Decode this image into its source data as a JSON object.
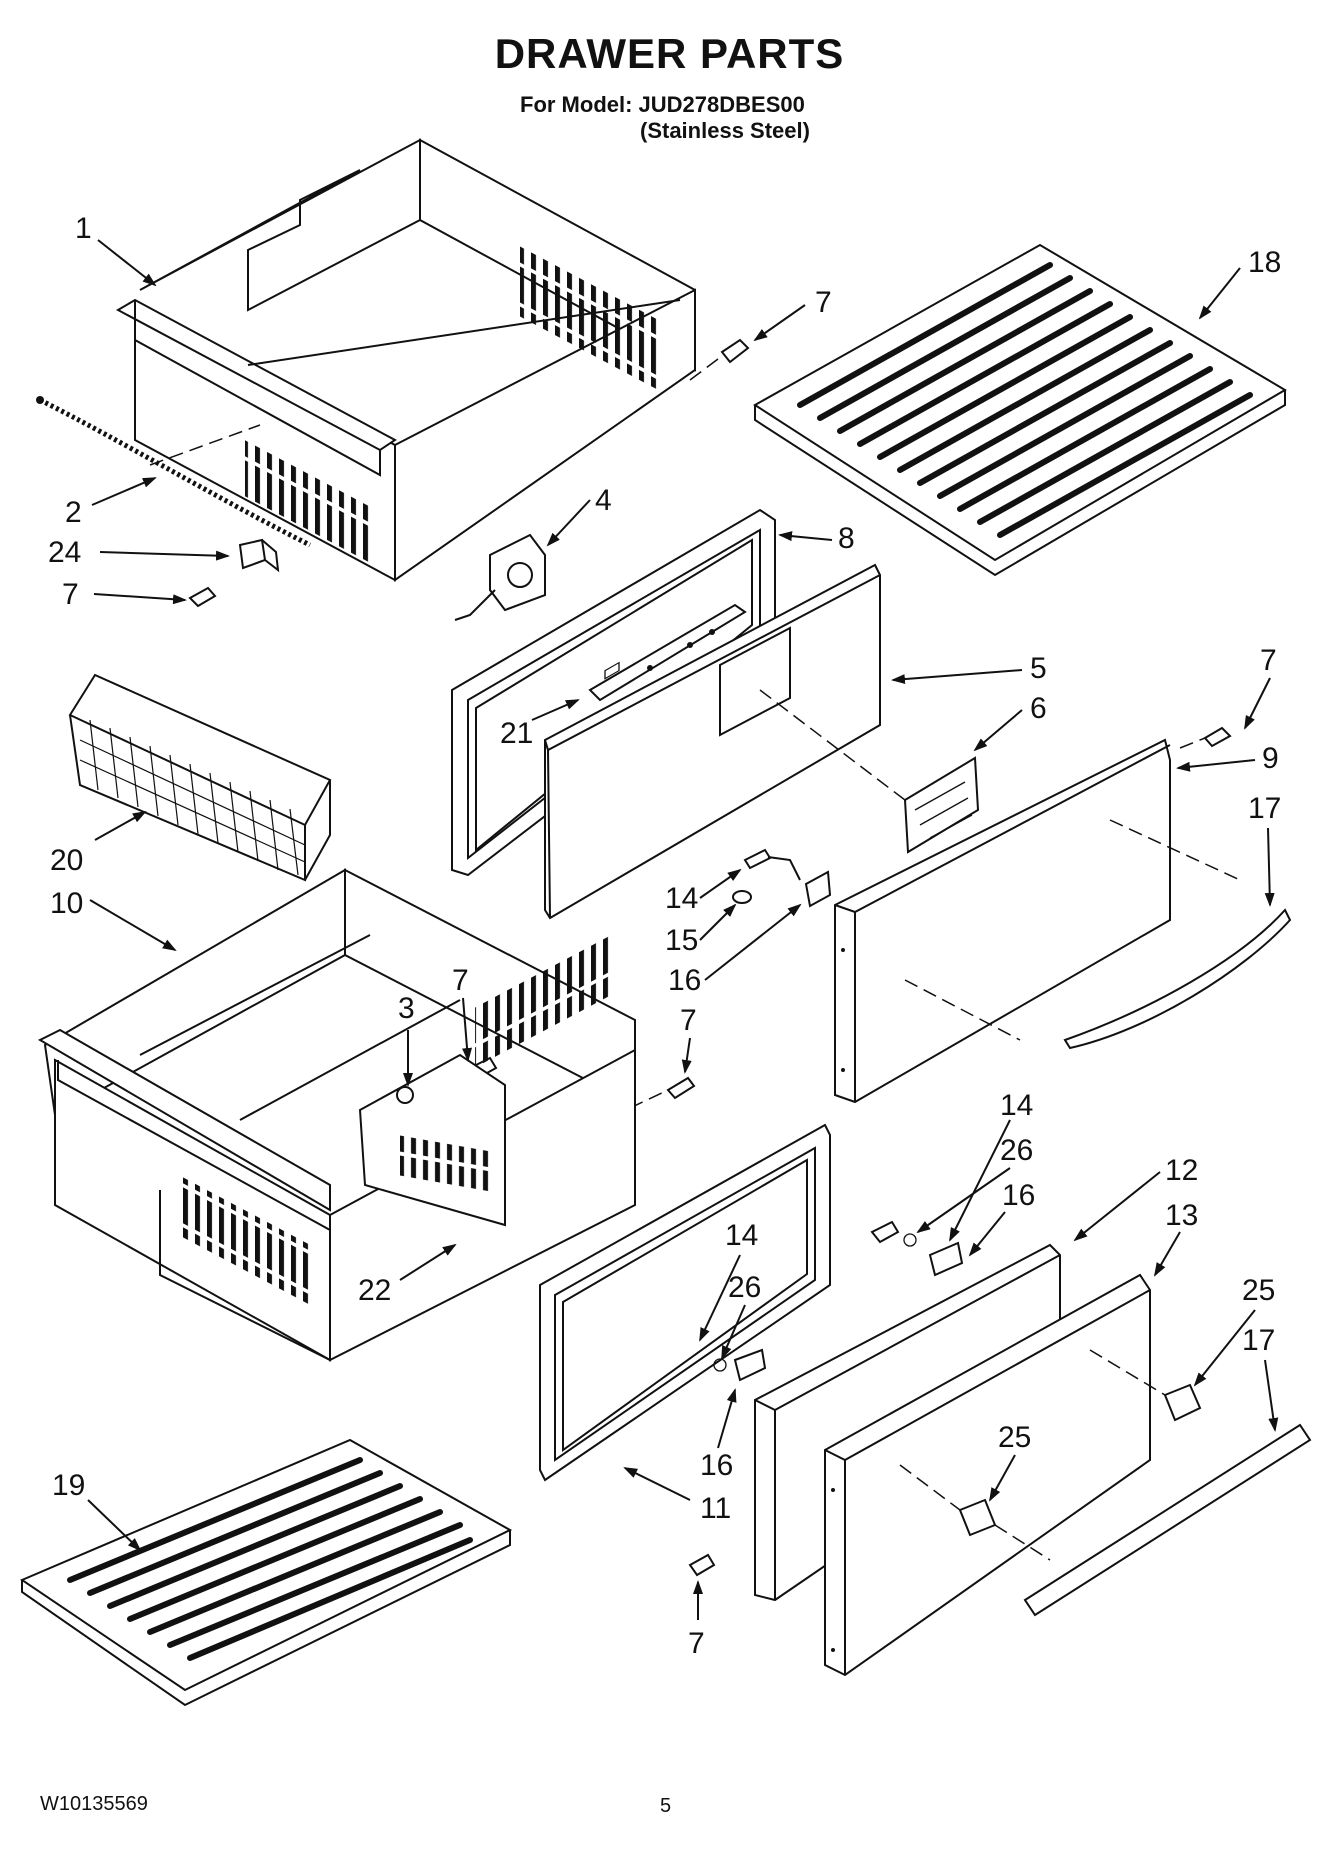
{
  "header": {
    "title": "DRAWER PARTS",
    "model_line": "For Model: JUD278DBES00",
    "finish_line": "(Stainless Steel)"
  },
  "footer": {
    "doc_number": "W10135569",
    "page_number": "5"
  },
  "callouts": [
    {
      "id": "c1",
      "label": "1"
    },
    {
      "id": "c18",
      "label": "18"
    },
    {
      "id": "c7a",
      "label": "7"
    },
    {
      "id": "c2",
      "label": "2"
    },
    {
      "id": "c4",
      "label": "4"
    },
    {
      "id": "c8",
      "label": "8"
    },
    {
      "id": "c24",
      "label": "24"
    },
    {
      "id": "c7b",
      "label": "7"
    },
    {
      "id": "c5",
      "label": "5"
    },
    {
      "id": "c7c",
      "label": "7"
    },
    {
      "id": "c6",
      "label": "6"
    },
    {
      "id": "c9",
      "label": "9"
    },
    {
      "id": "c21",
      "label": "21"
    },
    {
      "id": "c17a",
      "label": "17"
    },
    {
      "id": "c20",
      "label": "20"
    },
    {
      "id": "c10",
      "label": "10"
    },
    {
      "id": "c14a",
      "label": "14"
    },
    {
      "id": "c15",
      "label": "15"
    },
    {
      "id": "c16a",
      "label": "16"
    },
    {
      "id": "c7d",
      "label": "7"
    },
    {
      "id": "c3",
      "label": "3"
    },
    {
      "id": "c7e",
      "label": "7"
    },
    {
      "id": "c14b",
      "label": "14"
    },
    {
      "id": "c26a",
      "label": "26"
    },
    {
      "id": "c12",
      "label": "12"
    },
    {
      "id": "c16b",
      "label": "16"
    },
    {
      "id": "c13",
      "label": "13"
    },
    {
      "id": "c22",
      "label": "22"
    },
    {
      "id": "c14c",
      "label": "14"
    },
    {
      "id": "c26b",
      "label": "26"
    },
    {
      "id": "c25a",
      "label": "25"
    },
    {
      "id": "c17b",
      "label": "17"
    },
    {
      "id": "c16c",
      "label": "16"
    },
    {
      "id": "c25b",
      "label": "25"
    },
    {
      "id": "c19",
      "label": "19"
    },
    {
      "id": "c11",
      "label": "11"
    },
    {
      "id": "c7f",
      "label": "7"
    }
  ]
}
